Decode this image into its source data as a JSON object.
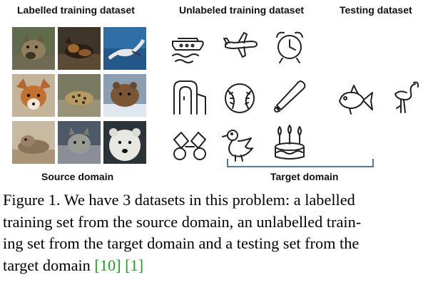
{
  "figure": {
    "headers": {
      "labelled": "Labelled training dataset",
      "unlabeled": "Unlabeled training dataset",
      "testing": "Testing dataset"
    },
    "photos": [
      {
        "name": "hyena-photo",
        "color": "#8a7a5a"
      },
      {
        "name": "dog-photo",
        "color": "#5a4a3a"
      },
      {
        "name": "bird-photo",
        "color": "#2e6aa0"
      },
      {
        "name": "fox-photo",
        "color": "#b06a3a"
      },
      {
        "name": "leopard-photo",
        "color": "#8a7a55"
      },
      {
        "name": "bear-photo",
        "color": "#7a5a3a"
      },
      {
        "name": "seal-photo",
        "color": "#a08a70"
      },
      {
        "name": "lynx-photo",
        "color": "#6a7080"
      },
      {
        "name": "polar-bear-photo",
        "color": "#c9ccc9"
      }
    ],
    "sketches": {
      "unlabeled": [
        "boat",
        "airplane",
        "alarm-clock",
        "door",
        "baseball",
        "baseball-bat",
        "binoculars",
        "bird",
        "birthday-cake"
      ],
      "testing": [
        "fish",
        "flamingo"
      ]
    },
    "source_domain": "Source domain",
    "target_domain": "Target domain"
  },
  "caption": {
    "lines": [
      "Figure 1. We have 3 datasets in this problem: a labelled",
      "training set from the source domain, an unlabelled train-",
      "ing set from the target domain and a testing set from the"
    ],
    "last_line_text": "target domain ",
    "citations": [
      "[10]",
      "[1]"
    ],
    "citation_color": "#1aa11a"
  }
}
